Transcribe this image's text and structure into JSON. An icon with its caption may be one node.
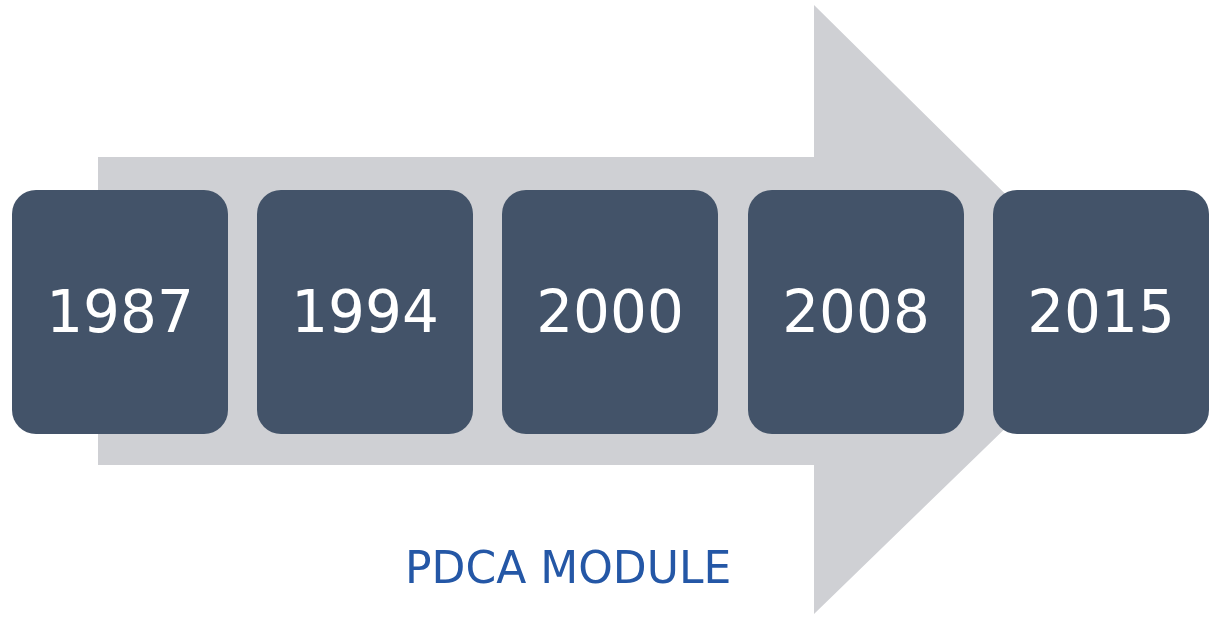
{
  "diagram": {
    "nodes": [
      {
        "text": [
          "1987"
        ]
      },
      {
        "text": [
          "1994"
        ]
      },
      {
        "text": [
          "2000"
        ]
      },
      {
        "text": [
          "2008"
        ]
      },
      {
        "text": [
          "2015"
        ]
      }
    ],
    "edges": [
      {
        "from": 0,
        "to": 4,
        "arrow": "to"
      }
    ],
    "labels": [
      "PDCA MODULE"
    ]
  }
}
